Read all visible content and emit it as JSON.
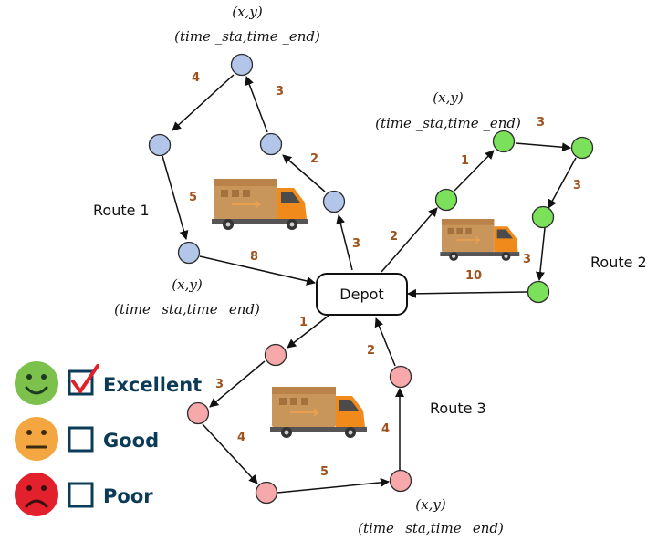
{
  "depot": {
    "label": "Depot"
  },
  "routes": [
    {
      "name": "Route 1",
      "color": "#b3c6ea",
      "edge_weights": [
        "3",
        "2",
        "3",
        "4",
        "5",
        "8"
      ]
    },
    {
      "name": "Route 2",
      "color": "#7be05a",
      "edge_weights": [
        "2",
        "1",
        "3",
        "3",
        "3",
        "10"
      ]
    },
    {
      "name": "Route 3",
      "color": "#f6a8ab",
      "edge_weights": [
        "1",
        "3",
        "4",
        "5",
        "4",
        "2"
      ]
    }
  ],
  "annotations": {
    "coord": "(x,y)",
    "time_window": "(time _sta,time _end)"
  },
  "legend": [
    {
      "label": "Excellent",
      "face": "happy",
      "face_color": "#7cc14b",
      "checked": true,
      "check_color": "#e0202a"
    },
    {
      "label": "Good",
      "face": "neutral",
      "face_color": "#f4a640",
      "checked": false
    },
    {
      "label": "Poor",
      "face": "sad",
      "face_color": "#e2212d",
      "checked": false
    }
  ]
}
